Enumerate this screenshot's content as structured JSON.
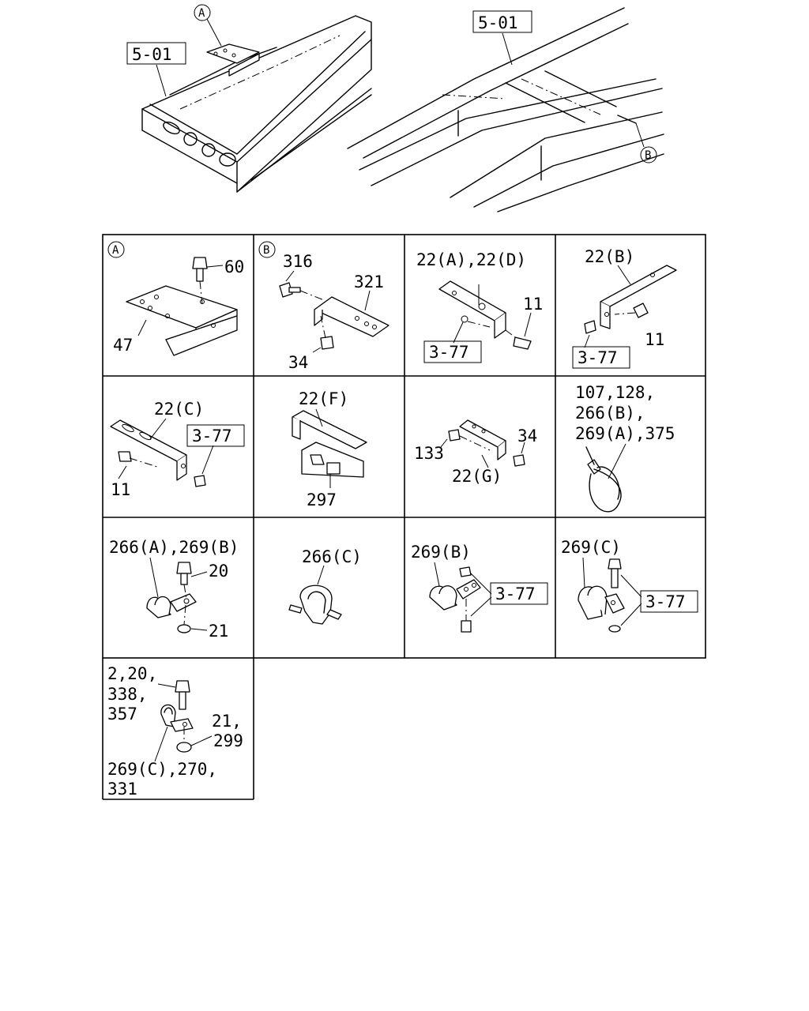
{
  "overview": {
    "ref_left": "5-01",
    "ref_right": "5-01",
    "marker_a": "A",
    "marker_b": "B"
  },
  "cells": {
    "a": {
      "marker": "A",
      "labels": [
        "60",
        "47"
      ]
    },
    "b": {
      "marker": "B",
      "labels": [
        "316",
        "321",
        "34"
      ]
    },
    "c": {
      "labels": [
        "22(A),22(D)",
        "11"
      ],
      "ref": "3-77"
    },
    "d": {
      "labels": [
        "22(B)",
        "11"
      ],
      "ref": "3-77"
    },
    "e": {
      "labels": [
        "22(C)",
        "11"
      ],
      "ref": "3-77"
    },
    "f": {
      "labels": [
        "22(F)",
        "297"
      ]
    },
    "g": {
      "labels": [
        "34",
        "133",
        "22(G)"
      ]
    },
    "h": {
      "labels": [
        "107,128,",
        "266(B),",
        "269(A),375"
      ]
    },
    "i": {
      "labels": [
        "266(A),269(B)",
        "20",
        "21"
      ]
    },
    "j": {
      "labels": [
        "266(C)"
      ]
    },
    "k": {
      "labels": [
        "269(B)"
      ],
      "ref": "3-77"
    },
    "l": {
      "labels": [
        "269(C)"
      ],
      "ref": "3-77"
    },
    "m": {
      "labels": [
        "2,20,",
        "338,",
        "357",
        "21,",
        "299",
        "269(C),270,",
        "331"
      ]
    }
  }
}
